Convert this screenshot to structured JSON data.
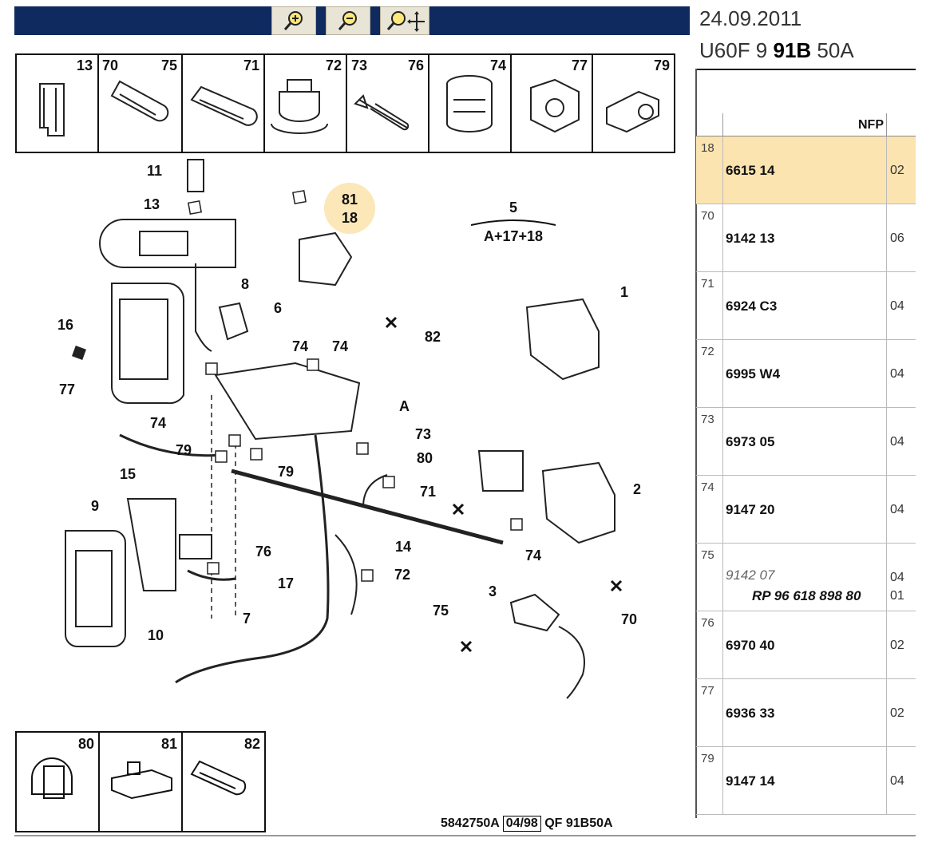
{
  "toolbar": {
    "buttons": [
      "zoom-in-icon",
      "zoom-out-icon",
      "zoom-pan-icon"
    ]
  },
  "header": {
    "date": "24.09.2011",
    "code_prefix": "U60F 9 ",
    "code_bold": "91B",
    "code_suffix": " 50A"
  },
  "table": {
    "column_nfp": "NFP",
    "rows": [
      {
        "ref": "18",
        "part": "6615 14",
        "qty": "02",
        "selected": true
      },
      {
        "ref": "70",
        "part": "9142 13",
        "qty": "06"
      },
      {
        "ref": "71",
        "part": "6924 C3",
        "qty": "04"
      },
      {
        "ref": "72",
        "part": "6995 W4",
        "qty": "04"
      },
      {
        "ref": "73",
        "part": "6973 05",
        "qty": "04"
      },
      {
        "ref": "74",
        "part": "9147 20",
        "qty": "04"
      },
      {
        "ref": "75",
        "part": "9142 07",
        "qty": "04",
        "sub": "RP 96 618 898 80",
        "qty2": "01"
      },
      {
        "ref": "76",
        "part": "6970 40",
        "qty": "02"
      },
      {
        "ref": "77",
        "part": "6936 33",
        "qty": "02"
      },
      {
        "ref": "79",
        "part": "9147 14",
        "qty": "04"
      }
    ]
  },
  "diagram": {
    "top_boxes": [
      {
        "left": "13",
        "right": ""
      },
      {
        "left": "70",
        "right": "75"
      },
      {
        "left": "",
        "right": "71"
      },
      {
        "left": "",
        "right": "72"
      },
      {
        "left": "73",
        "right": "76"
      },
      {
        "left": "",
        "right": "74"
      },
      {
        "left": "",
        "right": "77"
      },
      {
        "left": "",
        "right": "79"
      }
    ],
    "bottom_boxes": [
      "80",
      "81",
      "82"
    ],
    "assembly_ref": "5",
    "assembly_formula": "A+17+18",
    "highlight_labels": [
      "81",
      "18"
    ],
    "callouts": [
      "11",
      "13",
      "8",
      "6",
      "16",
      "77",
      "74",
      "74",
      "82",
      "1",
      "A",
      "73",
      "74",
      "79",
      "79",
      "15",
      "80",
      "71",
      "2",
      "9",
      "76",
      "14",
      "74",
      "17",
      "72",
      "7",
      "10",
      "3",
      "75",
      "70"
    ]
  },
  "footer": {
    "number": "5842750A",
    "date": "04/98",
    "ref": "QF 91B50A"
  }
}
